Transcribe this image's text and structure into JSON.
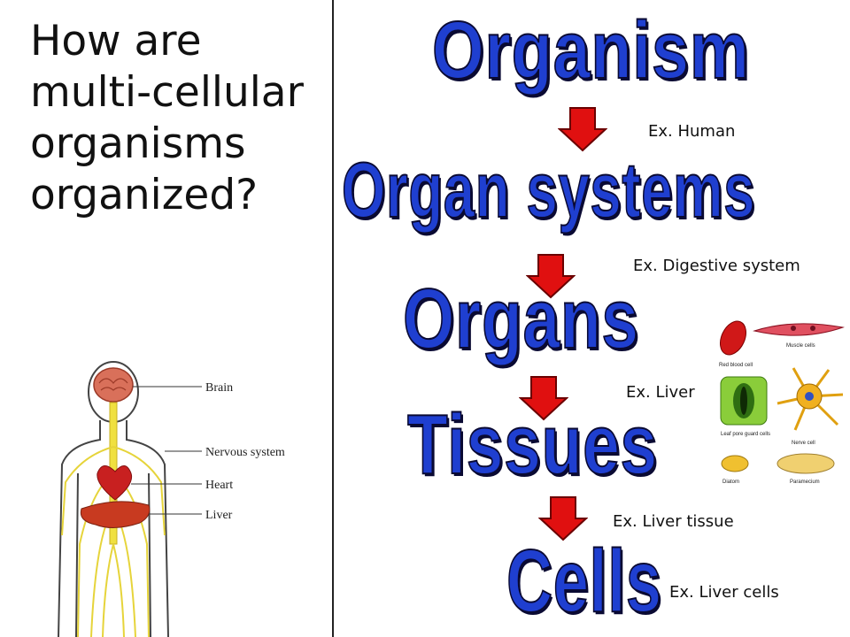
{
  "question": "How are multi-cellular organisms organized?",
  "levels": [
    {
      "title": "Organism",
      "example": "Ex. Human"
    },
    {
      "title": "Organ systems",
      "example": "Ex.  Digestive system"
    },
    {
      "title": "Organs",
      "example": "Ex. Liver"
    },
    {
      "title": "Tissues",
      "example": "Ex.  Liver tissue"
    },
    {
      "title": "Cells",
      "example": "Ex.  Liver cells"
    }
  ],
  "body_labels": [
    "Brain",
    "Nervous system",
    "Heart",
    "Liver"
  ],
  "cell_labels": [
    "Muscle cells",
    "Red blood cell",
    "Leaf pore guard cells",
    "Nerve cell",
    "Diatom",
    "Paramecium"
  ],
  "colors": {
    "title_fill": "#1f3fd0",
    "title_outline": "#0a0a33",
    "arrow": "#e01010",
    "divider": "#222222"
  }
}
